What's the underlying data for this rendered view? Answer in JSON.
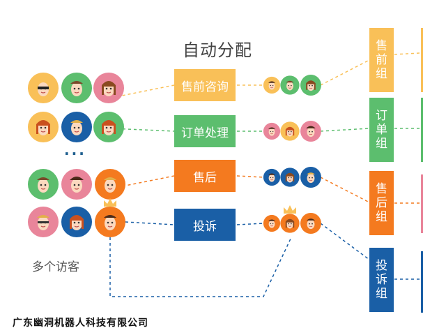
{
  "title": "自动分配",
  "ellipsis": "···",
  "visitors_label": "多个访客",
  "company": "广东幽洞机器人科技有限公司",
  "colors": {
    "yellow": "#F9C058",
    "green": "#5CBE6E",
    "orange": "#F47A1F",
    "blue": "#1A5FA6",
    "pink": "#E9859A"
  },
  "processes": [
    {
      "key": "presale",
      "label": "售前咨询",
      "color": "#F9C058"
    },
    {
      "key": "order",
      "label": "订单处理",
      "color": "#5CBE6E"
    },
    {
      "key": "aftersale",
      "label": "售后",
      "color": "#F47A1F"
    },
    {
      "key": "complaint",
      "label": "投诉",
      "color": "#1A5FA6"
    }
  ],
  "groups": [
    {
      "key": "presale",
      "label": "售前组",
      "color": "#F9C058"
    },
    {
      "key": "order",
      "label": "订单组",
      "color": "#5CBE6E"
    },
    {
      "key": "aftersale",
      "label": "售后组",
      "color": "#F47A1F"
    },
    {
      "key": "complaint",
      "label": "投诉组",
      "color": "#1A5FA6"
    }
  ]
}
